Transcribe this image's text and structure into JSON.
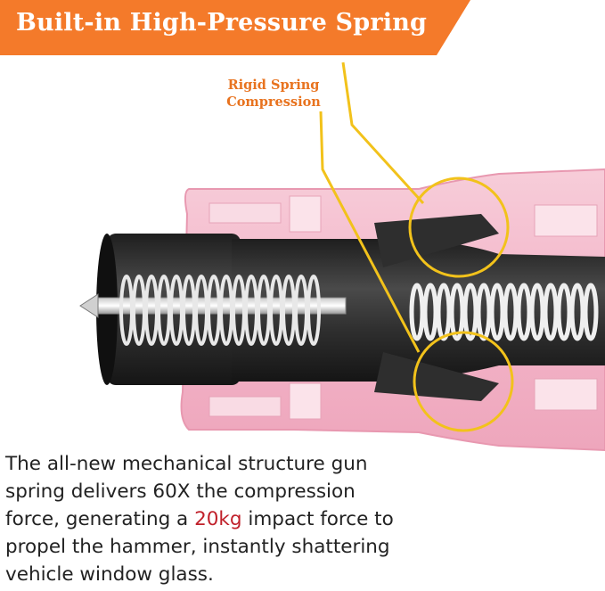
{
  "banner": {
    "title": "Built-in High-Pressure Spring"
  },
  "callout": {
    "line1": "Rigid Spring",
    "line2": "Compression"
  },
  "description": {
    "lines": [
      "The all-new mechanical structure gun",
      "spring delivers 60X the compression",
      "force, generating a ",
      "20kg",
      " impact force to",
      "propel the hammer, instantly shattering",
      "vehicle window glass."
    ]
  },
  "colors": {
    "banner": "#f47a2a",
    "callout_text": "#e8731f",
    "highlight": "#c0202a",
    "callout_circle": "#f2c21b",
    "body_pink": "#f3b5c9",
    "barrel": "#2a2a2a"
  }
}
